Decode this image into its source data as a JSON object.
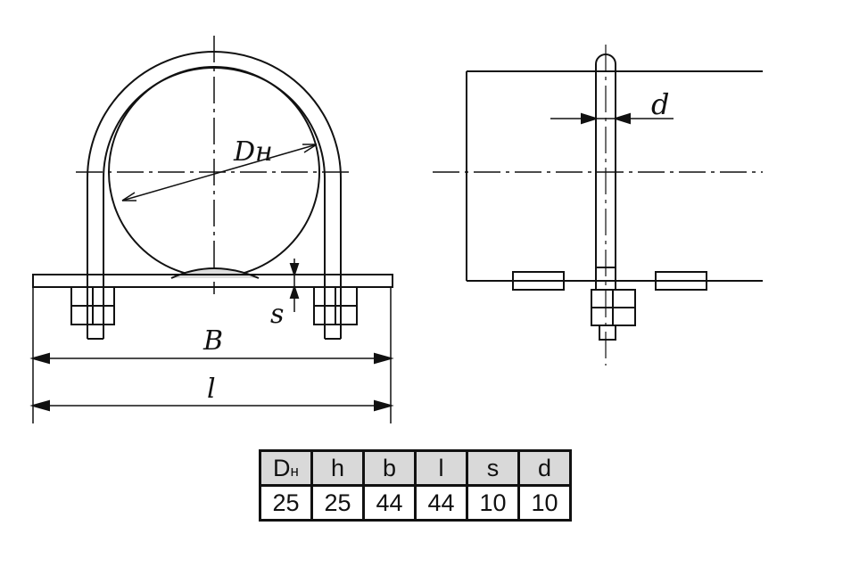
{
  "drawing": {
    "labels": {
      "diameter": "Dн",
      "base_width": "B",
      "length": "l",
      "thickness": "s",
      "rod_diameter": "d"
    }
  },
  "table": {
    "headers": [
      {
        "main": "D",
        "sub": "н"
      },
      {
        "main": "h"
      },
      {
        "main": "b"
      },
      {
        "main": "l"
      },
      {
        "main": "s"
      },
      {
        "main": "d"
      }
    ],
    "values": [
      "25",
      "25",
      "44",
      "44",
      "10",
      "10"
    ]
  }
}
